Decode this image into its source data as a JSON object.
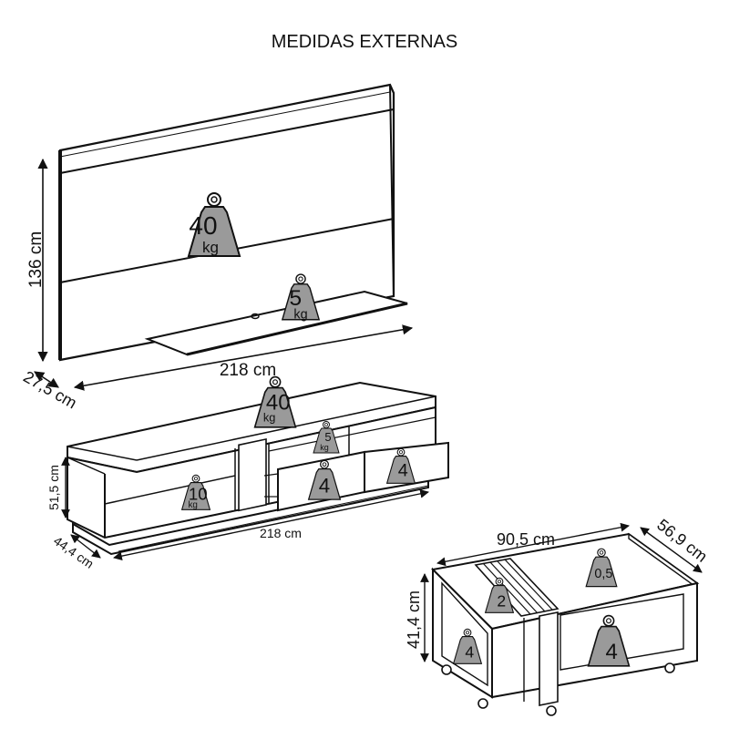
{
  "title": "MEDIDAS EXTERNAS",
  "panel": {
    "height": "136 cm",
    "width": "218 cm",
    "depth": "27,5 cm",
    "weights": [
      {
        "value": "40",
        "unit": "kg"
      },
      {
        "value": "5",
        "unit": "kg"
      }
    ]
  },
  "rack": {
    "height": "51,5 cm",
    "width": "218 cm",
    "depth": "44,4 cm",
    "weights": [
      {
        "value": "40",
        "unit": "kg"
      },
      {
        "value": "5",
        "unit": "kg"
      },
      {
        "value": "4",
        "unit": ""
      },
      {
        "value": "4",
        "unit": ""
      },
      {
        "value": "10",
        "unit": "kg"
      }
    ]
  },
  "table": {
    "width": "90,5 cm",
    "depth": "56,9 cm",
    "height": "41,4 cm",
    "weights": [
      {
        "value": "0,5"
      },
      {
        "value": "2"
      },
      {
        "value": "4"
      },
      {
        "value": "4"
      }
    ]
  }
}
